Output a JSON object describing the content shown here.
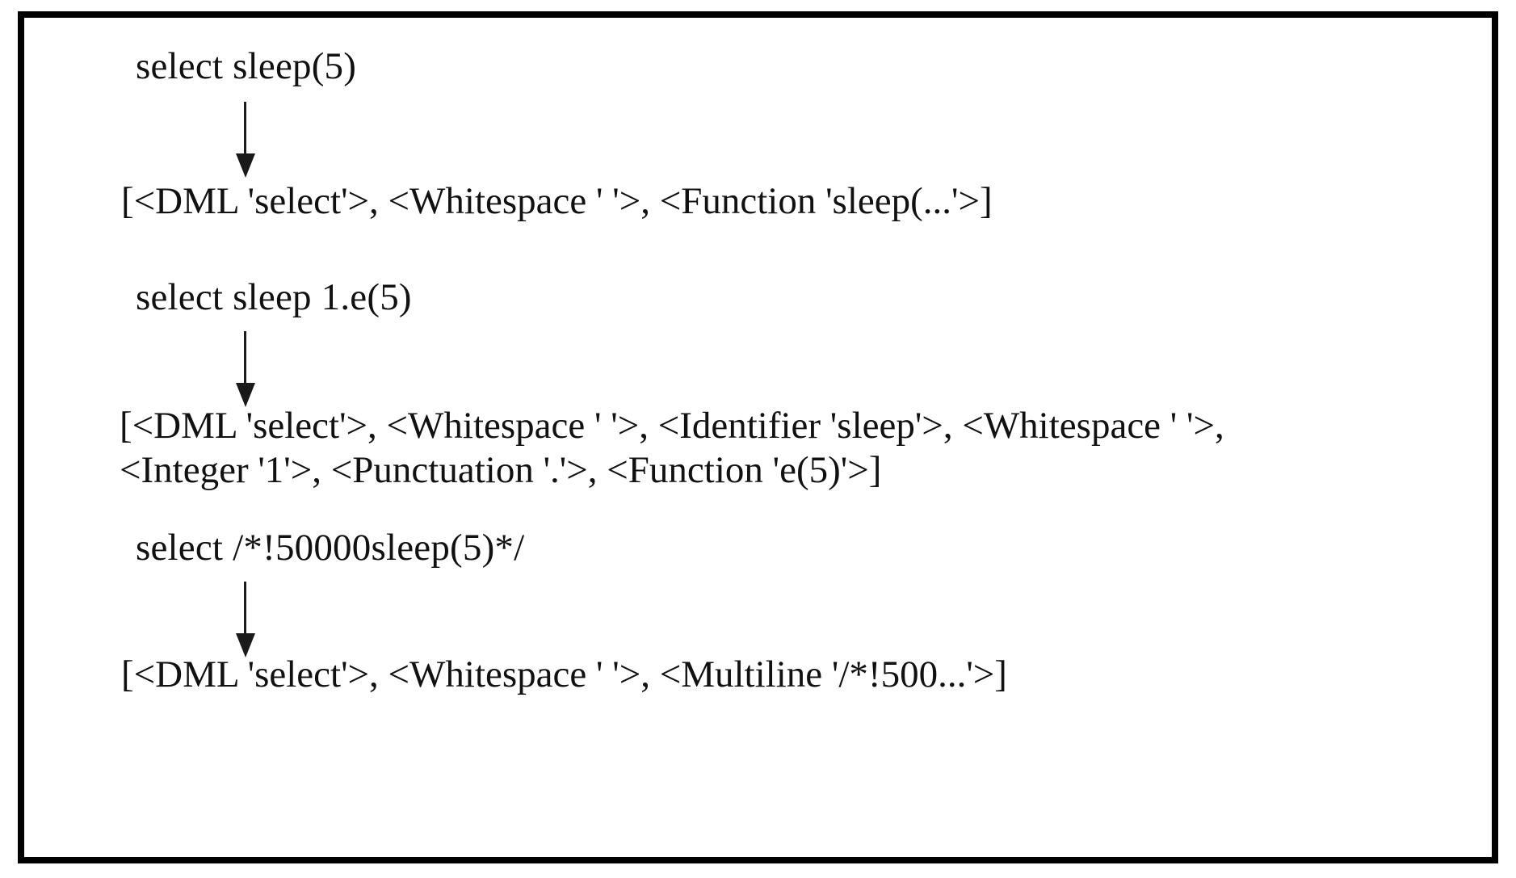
{
  "figure": {
    "border_color": "#000000",
    "text_color": "#111111",
    "background": "#ffffff",
    "arrow_color": "#1a1a1a"
  },
  "groups": [
    {
      "query": "select sleep(5)",
      "tokens": "[<DML 'select'>, <Whitespace ' '>, <Function 'sleep(...'>]"
    },
    {
      "query": "select sleep 1.e(5)",
      "tokens": "[<DML 'select'>, <Whitespace ' '>, <Identifier 'sleep'>, <Whitespace ' '>, <Integer '1'>, <Punctuation '.'>, <Function 'e(5)'>]"
    },
    {
      "query": "select /*!50000sleep(5)*/",
      "tokens": "[<DML 'select'>, <Whitespace ' '>, <Multiline '/*!500...'>]"
    }
  ]
}
